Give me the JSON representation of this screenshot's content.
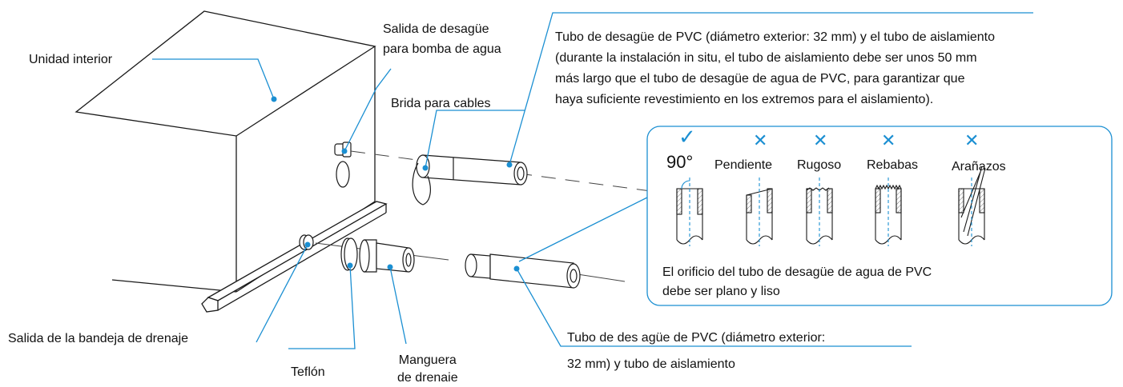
{
  "labels": {
    "indoor_unit": "Unidad interior",
    "pump_outlet_line1": "Salida de desagüe",
    "pump_outlet_line2": "para bomba de agua",
    "cable_tie": "Brida para cables",
    "pvc_top_line1": "Tubo de desagüe de PVC (diámetro exterior: 32 mm) y el tubo de aislamiento",
    "pvc_top_line2": "(durante la instalación in situ, el tubo de aislamiento debe ser unos 50 mm",
    "pvc_top_line3": "más largo que el tubo de desagüe de agua de PVC, para garantizar que",
    "pvc_top_line4": "haya suficiente revestimiento en los extremos para el aislamiento).",
    "tray_outlet": "Salida de la bandeja de drenaje",
    "teflon": "Teflón",
    "hose_line1": "Manguera",
    "hose_line2": "de drenaie",
    "pvc_bottom_line1": "Tubo de des agüe de PVC (diámetro exterior:",
    "pvc_bottom_line2": "32 mm) y tubo de aislamiento"
  },
  "inset": {
    "items": [
      {
        "label": "90°",
        "status": "correct",
        "mark": "✓"
      },
      {
        "label": "Pendiente",
        "status": "wrong",
        "mark": "✕"
      },
      {
        "label": "Rugoso",
        "status": "wrong",
        "mark": "✕"
      },
      {
        "label": "Rebabas",
        "status": "wrong",
        "mark": "✕"
      },
      {
        "label": "Arañazos",
        "status": "wrong",
        "mark": "✕"
      }
    ],
    "note_line1": "El orificio del tubo de desagüe de agua de PVC",
    "note_line2": "debe ser plano y liso"
  },
  "colors": {
    "accent": "#1b8fd2",
    "line": "#1a1a1a",
    "hatch": "#777777"
  }
}
